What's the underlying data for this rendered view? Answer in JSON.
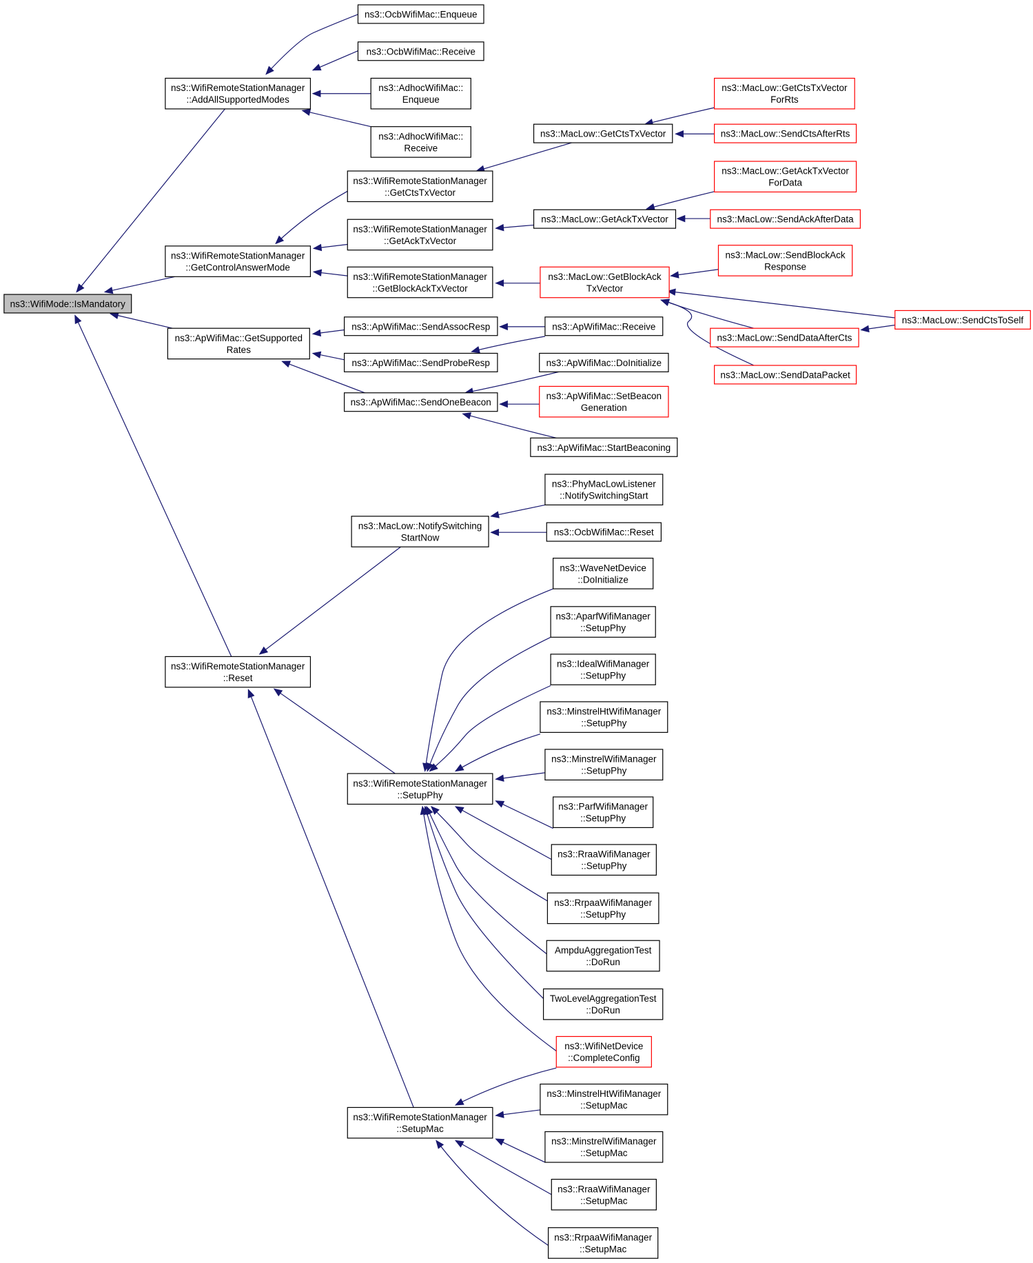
{
  "graph": {
    "nodes": [
      {
        "id": "n0",
        "lines": [
          "ns3::WifiMode::IsMandatory"
        ],
        "focus": true,
        "red": false
      },
      {
        "id": "n1",
        "lines": [
          "ns3::WifiRemoteStationManager",
          "::AddAllSupportedModes"
        ],
        "red": false
      },
      {
        "id": "n2",
        "lines": [
          "ns3::OcbWifiMac::Enqueue"
        ],
        "red": false
      },
      {
        "id": "n3",
        "lines": [
          "ns3::OcbWifiMac::Receive"
        ],
        "red": false
      },
      {
        "id": "n4",
        "lines": [
          "ns3::AdhocWifiMac::",
          "Enqueue"
        ],
        "red": false
      },
      {
        "id": "n5",
        "lines": [
          "ns3::AdhocWifiMac::",
          "Receive"
        ],
        "red": false
      },
      {
        "id": "n6",
        "lines": [
          "ns3::WifiRemoteStationManager",
          "::GetControlAnswerMode"
        ],
        "red": false
      },
      {
        "id": "n7",
        "lines": [
          "ns3::WifiRemoteStationManager",
          "::GetCtsTxVector"
        ],
        "red": false
      },
      {
        "id": "n8",
        "lines": [
          "ns3::MacLow::GetCtsTxVector"
        ],
        "red": false
      },
      {
        "id": "n9",
        "lines": [
          "ns3::MacLow::GetCtsTxVector",
          "ForRts"
        ],
        "red": true
      },
      {
        "id": "n10",
        "lines": [
          "ns3::MacLow::SendCtsAfterRts"
        ],
        "red": true
      },
      {
        "id": "n11",
        "lines": [
          "ns3::WifiRemoteStationManager",
          "::GetAckTxVector"
        ],
        "red": false
      },
      {
        "id": "n12",
        "lines": [
          "ns3::MacLow::GetAckTxVector"
        ],
        "red": false
      },
      {
        "id": "n13",
        "lines": [
          "ns3::MacLow::GetAckTxVector",
          "ForData"
        ],
        "red": true
      },
      {
        "id": "n14",
        "lines": [
          "ns3::MacLow::SendAckAfterData"
        ],
        "red": true
      },
      {
        "id": "n15",
        "lines": [
          "ns3::WifiRemoteStationManager",
          "::GetBlockAckTxVector"
        ],
        "red": false
      },
      {
        "id": "n16",
        "lines": [
          "ns3::MacLow::GetBlockAck",
          "TxVector"
        ],
        "red": true
      },
      {
        "id": "n17",
        "lines": [
          "ns3::MacLow::SendBlockAck",
          "Response"
        ],
        "red": true
      },
      {
        "id": "n18",
        "lines": [
          "ns3::MacLow::SendCtsToSelf"
        ],
        "red": true
      },
      {
        "id": "n19",
        "lines": [
          "ns3::MacLow::SendDataAfterCts"
        ],
        "red": true
      },
      {
        "id": "n20",
        "lines": [
          "ns3::MacLow::SendDataPacket"
        ],
        "red": true
      },
      {
        "id": "n21",
        "lines": [
          "ns3::ApWifiMac::GetSupported",
          "Rates"
        ],
        "red": false
      },
      {
        "id": "n22",
        "lines": [
          "ns3::ApWifiMac::SendAssocResp"
        ],
        "red": false
      },
      {
        "id": "n23",
        "lines": [
          "ns3::ApWifiMac::Receive"
        ],
        "red": false
      },
      {
        "id": "n24",
        "lines": [
          "ns3::ApWifiMac::SendProbeResp"
        ],
        "red": false
      },
      {
        "id": "n25",
        "lines": [
          "ns3::ApWifiMac::SendOneBeacon"
        ],
        "red": false
      },
      {
        "id": "n26",
        "lines": [
          "ns3::ApWifiMac::DoInitialize"
        ],
        "red": false
      },
      {
        "id": "n27",
        "lines": [
          "ns3::ApWifiMac::SetBeacon",
          "Generation"
        ],
        "red": true
      },
      {
        "id": "n28",
        "lines": [
          "ns3::ApWifiMac::StartBeaconing"
        ],
        "red": false
      },
      {
        "id": "n29",
        "lines": [
          "ns3::WifiRemoteStationManager",
          "::Reset"
        ],
        "red": false
      },
      {
        "id": "n30",
        "lines": [
          "ns3::MacLow::NotifySwitching",
          "StartNow"
        ],
        "red": false
      },
      {
        "id": "n31",
        "lines": [
          "ns3::PhyMacLowListener",
          "::NotifySwitchingStart"
        ],
        "red": false
      },
      {
        "id": "n32",
        "lines": [
          "ns3::OcbWifiMac::Reset"
        ],
        "red": false
      },
      {
        "id": "n33",
        "lines": [
          "ns3::WifiRemoteStationManager",
          "::SetupPhy"
        ],
        "red": false
      },
      {
        "id": "n34",
        "lines": [
          "ns3::WaveNetDevice",
          "::DoInitialize"
        ],
        "red": false
      },
      {
        "id": "n35",
        "lines": [
          "ns3::AparfWifiManager",
          "::SetupPhy"
        ],
        "red": false
      },
      {
        "id": "n36",
        "lines": [
          "ns3::IdealWifiManager",
          "::SetupPhy"
        ],
        "red": false
      },
      {
        "id": "n37",
        "lines": [
          "ns3::MinstrelHtWifiManager",
          "::SetupPhy"
        ],
        "red": false
      },
      {
        "id": "n38",
        "lines": [
          "ns3::MinstrelWifiManager",
          "::SetupPhy"
        ],
        "red": false
      },
      {
        "id": "n39",
        "lines": [
          "ns3::ParfWifiManager",
          "::SetupPhy"
        ],
        "red": false
      },
      {
        "id": "n40",
        "lines": [
          "ns3::RraaWifiManager",
          "::SetupPhy"
        ],
        "red": false
      },
      {
        "id": "n41",
        "lines": [
          "ns3::RrpaaWifiManager",
          "::SetupPhy"
        ],
        "red": false
      },
      {
        "id": "n42",
        "lines": [
          "AmpduAggregationTest",
          "::DoRun"
        ],
        "red": false
      },
      {
        "id": "n43",
        "lines": [
          "TwoLevelAggregationTest",
          "::DoRun"
        ],
        "red": false
      },
      {
        "id": "n44",
        "lines": [
          "ns3::WifiNetDevice",
          "::CompleteConfig"
        ],
        "red": true
      },
      {
        "id": "n45",
        "lines": [
          "ns3::WifiRemoteStationManager",
          "::SetupMac"
        ],
        "red": false
      },
      {
        "id": "n46",
        "lines": [
          "ns3::MinstrelHtWifiManager",
          "::SetupMac"
        ],
        "red": false
      },
      {
        "id": "n47",
        "lines": [
          "ns3::MinstrelWifiManager",
          "::SetupMac"
        ],
        "red": false
      },
      {
        "id": "n48",
        "lines": [
          "ns3::RraaWifiManager",
          "::SetupMac"
        ],
        "red": false
      },
      {
        "id": "n49",
        "lines": [
          "ns3::RrpaaWifiManager",
          "::SetupMac"
        ],
        "red": false
      }
    ],
    "edges": [
      {
        "from": "n1",
        "to": "n0"
      },
      {
        "from": "n6",
        "to": "n0"
      },
      {
        "from": "n21",
        "to": "n0"
      },
      {
        "from": "n29",
        "to": "n0"
      },
      {
        "from": "n2",
        "to": "n1"
      },
      {
        "from": "n3",
        "to": "n1"
      },
      {
        "from": "n4",
        "to": "n1"
      },
      {
        "from": "n5",
        "to": "n1"
      },
      {
        "from": "n7",
        "to": "n6"
      },
      {
        "from": "n11",
        "to": "n6"
      },
      {
        "from": "n15",
        "to": "n6"
      },
      {
        "from": "n8",
        "to": "n7"
      },
      {
        "from": "n9",
        "to": "n8"
      },
      {
        "from": "n10",
        "to": "n8"
      },
      {
        "from": "n12",
        "to": "n11"
      },
      {
        "from": "n13",
        "to": "n12"
      },
      {
        "from": "n14",
        "to": "n12"
      },
      {
        "from": "n16",
        "to": "n15"
      },
      {
        "from": "n17",
        "to": "n16"
      },
      {
        "from": "n18",
        "to": "n16"
      },
      {
        "from": "n19",
        "to": "n16"
      },
      {
        "from": "n20",
        "to": "n16"
      },
      {
        "from": "n18",
        "to": "n19"
      },
      {
        "from": "n22",
        "to": "n21"
      },
      {
        "from": "n24",
        "to": "n21"
      },
      {
        "from": "n25",
        "to": "n21"
      },
      {
        "from": "n23",
        "to": "n22"
      },
      {
        "from": "n23",
        "to": "n24"
      },
      {
        "from": "n26",
        "to": "n25"
      },
      {
        "from": "n27",
        "to": "n25"
      },
      {
        "from": "n28",
        "to": "n25"
      },
      {
        "from": "n30",
        "to": "n29"
      },
      {
        "from": "n33",
        "to": "n29"
      },
      {
        "from": "n45",
        "to": "n29"
      },
      {
        "from": "n31",
        "to": "n30"
      },
      {
        "from": "n32",
        "to": "n30"
      },
      {
        "from": "n34",
        "to": "n33"
      },
      {
        "from": "n35",
        "to": "n33"
      },
      {
        "from": "n36",
        "to": "n33"
      },
      {
        "from": "n37",
        "to": "n33"
      },
      {
        "from": "n38",
        "to": "n33"
      },
      {
        "from": "n39",
        "to": "n33"
      },
      {
        "from": "n40",
        "to": "n33"
      },
      {
        "from": "n41",
        "to": "n33"
      },
      {
        "from": "n42",
        "to": "n33"
      },
      {
        "from": "n43",
        "to": "n33"
      },
      {
        "from": "n44",
        "to": "n33"
      },
      {
        "from": "n44",
        "to": "n45"
      },
      {
        "from": "n46",
        "to": "n45"
      },
      {
        "from": "n47",
        "to": "n45"
      },
      {
        "from": "n48",
        "to": "n45"
      },
      {
        "from": "n49",
        "to": "n45"
      }
    ]
  },
  "colors": {
    "edge": "#191970",
    "node_border": "#000000",
    "node_border_red": "#ff0000",
    "focus_fill": "#bfbfbf"
  }
}
